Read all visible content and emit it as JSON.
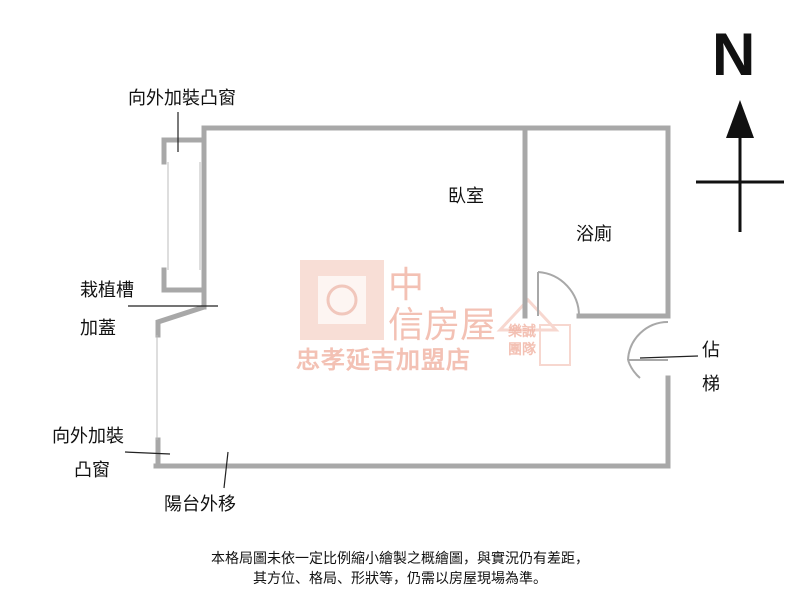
{
  "labels": {
    "bay_window_top": "向外加裝凸窗",
    "planter": "栽植槽",
    "planter_cover": "加蓋",
    "bay_window_bottom_1": "向外加裝",
    "bay_window_bottom_2": "凸窗",
    "balcony": "陽台外移",
    "bedroom": "臥室",
    "bathroom": "浴廁",
    "stair_1": "佔",
    "stair_2": "梯"
  },
  "north": "N",
  "watermark": {
    "line1": "中",
    "line2": "信房屋",
    "line3": "忠孝延吉加盟店",
    "side_1": "樂誠",
    "side_2": "團隊"
  },
  "disclaimer": {
    "line1": "本格局圖未依一定比例縮小繪製之概繪圖，與實況仍有差距，",
    "line2": "其方位、格局、形狀等，仍需以房屋現場為準。"
  },
  "colors": {
    "wall": "#a8a8a8",
    "watermark": "#f2b7a8",
    "text": "#111111"
  }
}
